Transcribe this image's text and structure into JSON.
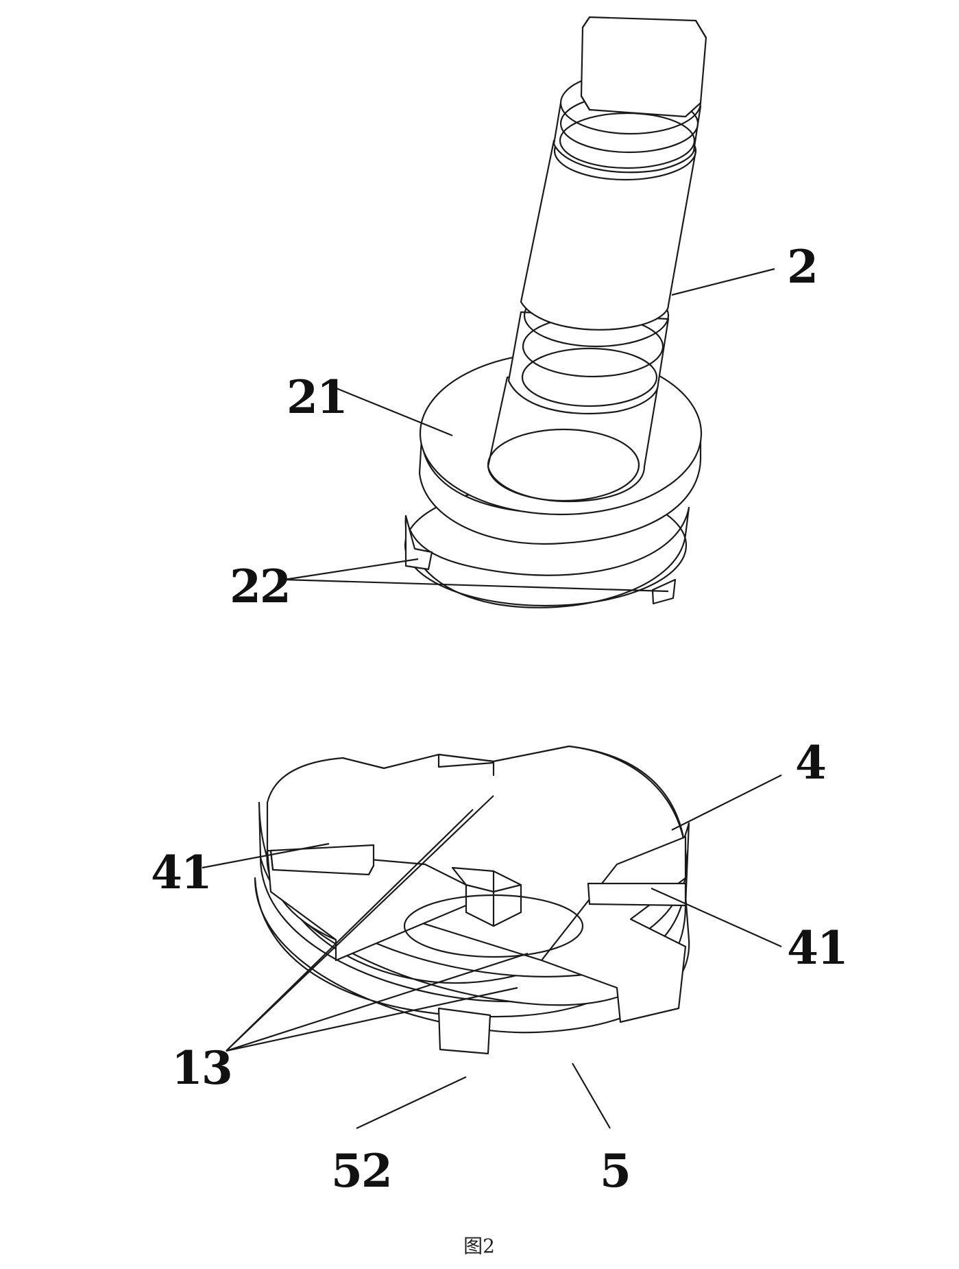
{
  "figure": {
    "caption": "图2"
  },
  "labels": {
    "shaft": "2",
    "flange": "21",
    "lugs": "22",
    "disc": "4",
    "slot_left": "41",
    "slot_right": "41",
    "grooves": "13",
    "notch": "52",
    "base_ring": "5"
  }
}
